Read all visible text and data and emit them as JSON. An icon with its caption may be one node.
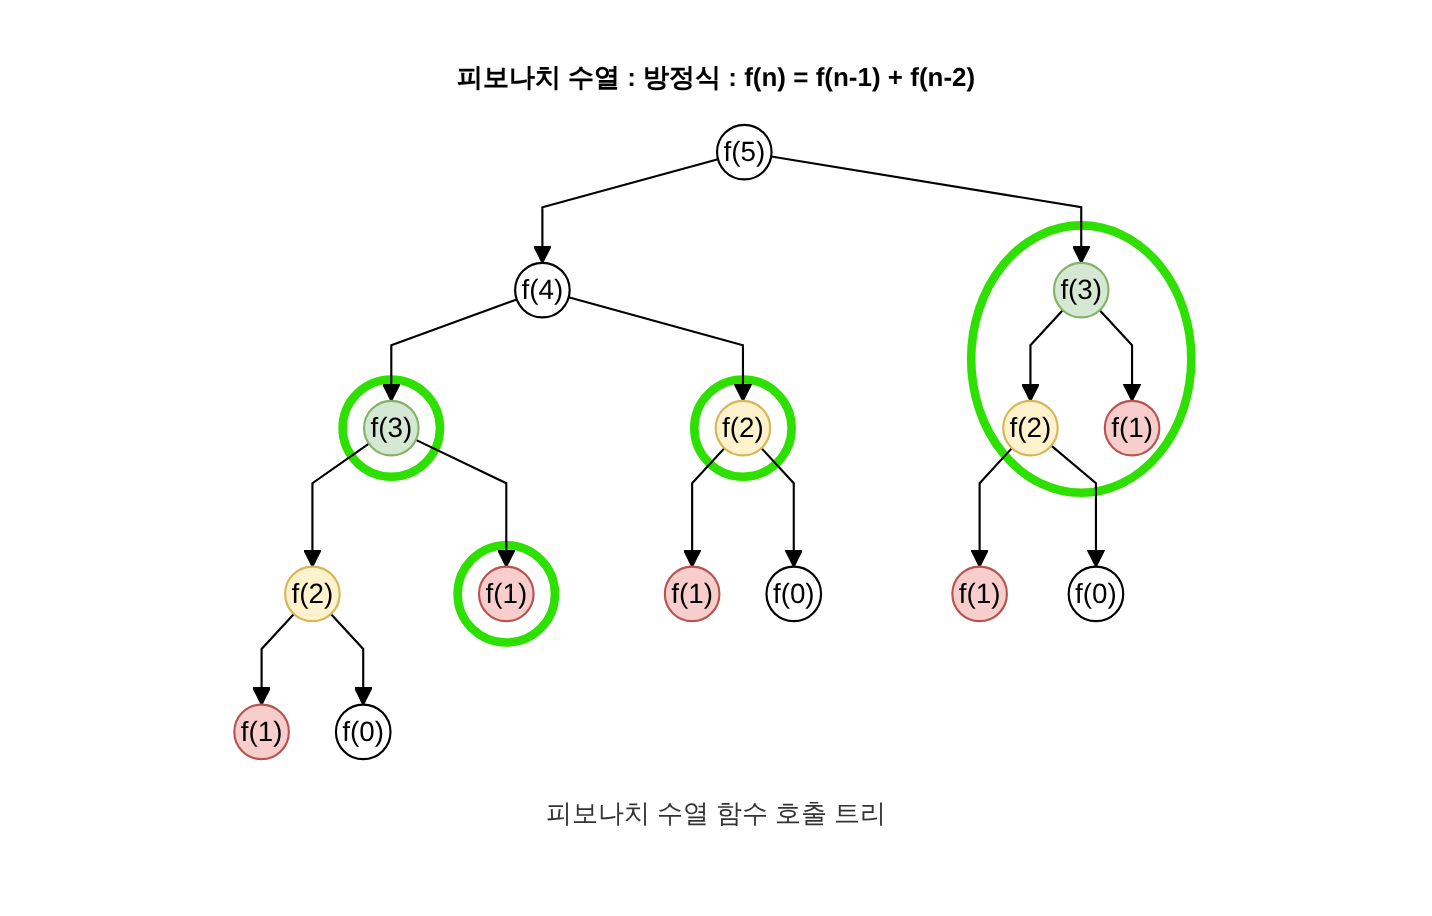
{
  "diagram": {
    "title": "피보나치 수열 : 방정식 : f(n) = f(n-1) + f(n-2)",
    "caption": "피보나치 수열 함수 호출 트리",
    "nodes": [
      {
        "text": [
          "f(5)"
        ]
      },
      {
        "text": [
          "f(4)"
        ]
      },
      {
        "text": [],
        "shape": "circle"
      },
      {
        "text": [
          "f(3)"
        ],
        "in": 2
      },
      {
        "text": [],
        "shape": "circle"
      },
      {
        "text": [
          "f(3)"
        ],
        "in": 4
      },
      {
        "text": [],
        "shape": "circle"
      },
      {
        "text": [
          "f(2)"
        ],
        "in": 6
      },
      {
        "text": [
          "f(2)"
        ],
        "in": 2
      },
      {
        "text": [
          "f(1)"
        ],
        "in": 2
      },
      {
        "text": [
          "f(2)"
        ]
      },
      {
        "text": [],
        "shape": "circle"
      },
      {
        "text": [
          "f(1)"
        ],
        "in": 11
      },
      {
        "text": [
          "f(1)"
        ]
      },
      {
        "text": [
          "f(0)"
        ]
      },
      {
        "text": [
          "f(1)"
        ]
      },
      {
        "text": [
          "f(0)"
        ]
      },
      {
        "text": [
          "f(1)"
        ]
      },
      {
        "text": [
          "f(0)"
        ]
      }
    ],
    "edges": [
      {
        "from": 0,
        "to": 1,
        "arrow": "to"
      },
      {
        "from": 0,
        "to": 3,
        "arrow": "to"
      },
      {
        "from": 1,
        "to": 5,
        "arrow": "to"
      },
      {
        "from": 1,
        "to": 7,
        "arrow": "to"
      },
      {
        "from": 3,
        "to": 8,
        "arrow": "to"
      },
      {
        "from": 3,
        "to": 9,
        "arrow": "to"
      },
      {
        "from": 5,
        "to": 10,
        "arrow": "to"
      },
      {
        "from": 5,
        "to": 12,
        "arrow": "to"
      },
      {
        "from": 7,
        "to": 13,
        "arrow": "to"
      },
      {
        "from": 7,
        "to": 14,
        "arrow": "to"
      },
      {
        "from": 8,
        "to": 15,
        "arrow": "to"
      },
      {
        "from": 8,
        "to": 16,
        "arrow": "to"
      },
      {
        "from": 10,
        "to": 17,
        "arrow": "to"
      },
      {
        "from": 10,
        "to": 18,
        "arrow": "to"
      }
    ]
  }
}
